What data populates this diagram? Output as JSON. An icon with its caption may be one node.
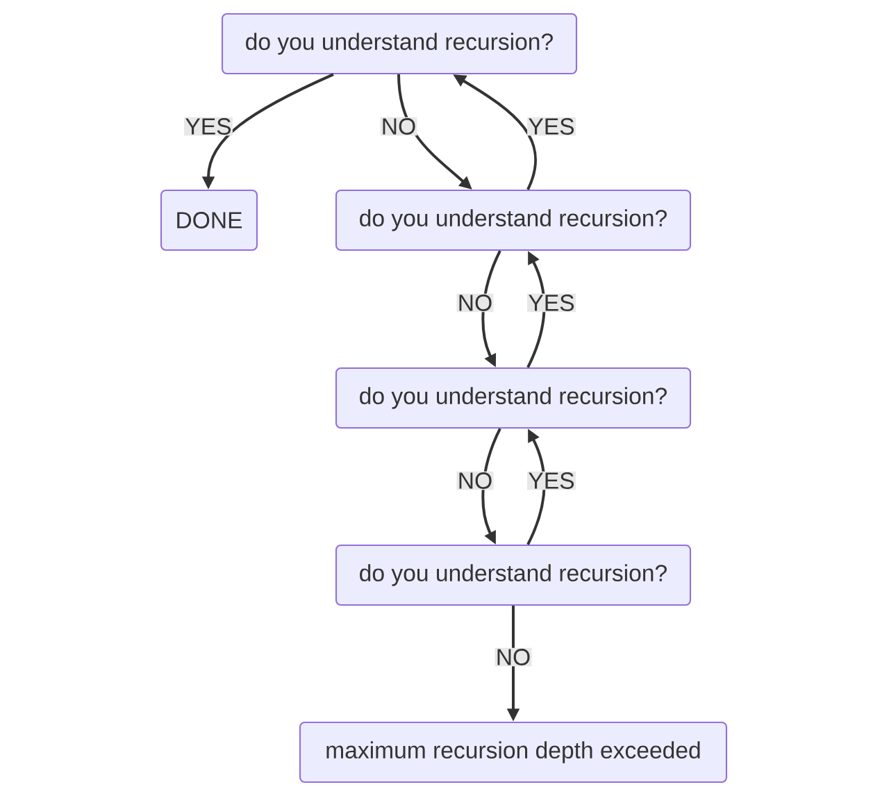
{
  "diagram": {
    "nodes": [
      {
        "text": [
          "do you understand recursion?"
        ]
      },
      {
        "text": [
          "DONE"
        ]
      },
      {
        "text": [
          "do you understand recursion?"
        ]
      },
      {
        "text": [
          "do you understand recursion?"
        ]
      },
      {
        "text": [
          "do you understand recursion?"
        ]
      },
      {
        "text": [
          "maximum recursion depth exceeded"
        ]
      }
    ],
    "edges": [
      {
        "from": 0,
        "to": 1,
        "arrow": "to",
        "label": "YES"
      },
      {
        "from": 0,
        "to": 2,
        "arrow": "to",
        "label": "NO"
      },
      {
        "from": 2,
        "to": 0,
        "arrow": "to",
        "label": "YES"
      },
      {
        "from": 2,
        "to": 3,
        "arrow": "to",
        "label": "NO"
      },
      {
        "from": 3,
        "to": 2,
        "arrow": "to",
        "label": "YES"
      },
      {
        "from": 3,
        "to": 4,
        "arrow": "to",
        "label": "NO"
      },
      {
        "from": 4,
        "to": 3,
        "arrow": "to",
        "label": "YES"
      },
      {
        "from": 4,
        "to": 5,
        "arrow": "to",
        "label": "NO"
      }
    ]
  }
}
